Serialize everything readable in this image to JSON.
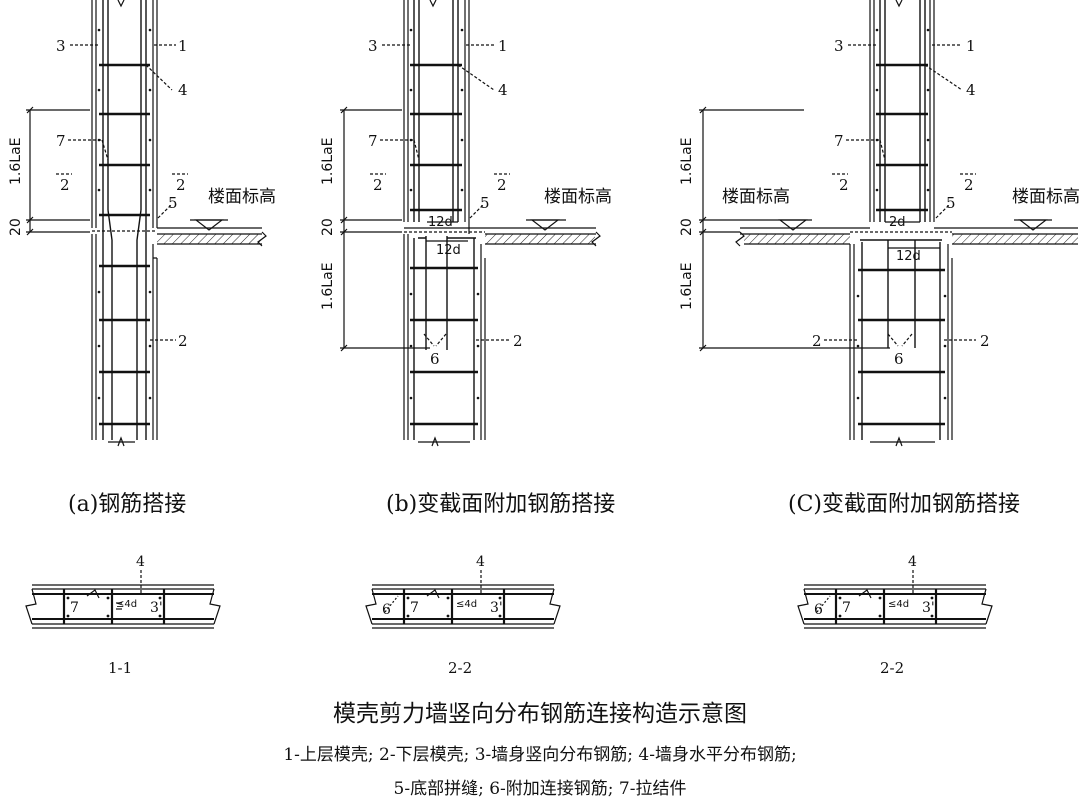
{
  "panels": [
    {
      "caption": "(a)钢筋搭接",
      "floor_label": "楼面标高",
      "section_label": "1-1",
      "cut_label": "2",
      "dim_lae": "1.6LaE",
      "dim_gap": "20",
      "callouts": {
        "n1": "1",
        "n2": "2",
        "n3": "3",
        "n4": "4",
        "n5": "5",
        "n7": "7"
      }
    },
    {
      "caption": "(b)变截面附加钢筋搭接",
      "floor_label": "楼面标高",
      "section_label": "2-2",
      "cut_label": "2",
      "dim_lae": "1.6LaE",
      "dim_gap": "20",
      "dim_12d": "12d",
      "callouts": {
        "n1": "1",
        "n2": "2",
        "n3": "3",
        "n4": "4",
        "n5": "5",
        "n6": "6",
        "n7": "7"
      }
    },
    {
      "caption": "(C)变截面附加钢筋搭接",
      "floor_label": "楼面标高",
      "section_label": "2-2",
      "cut_label": "2",
      "dim_lae": "1.6LaE",
      "dim_gap": "20",
      "dim_12d": "12d",
      "dim_2d": "2d",
      "callouts": {
        "n1": "1",
        "n2": "2",
        "n3": "3",
        "n4": "4",
        "n5": "5",
        "n6": "6",
        "n7": "7"
      }
    }
  ],
  "section_callouts": {
    "n4": "4",
    "n7": "7",
    "n3p": "3'",
    "n6": "6",
    "d4": "≤4d"
  },
  "title": "模壳剪力墙竖向分布钢筋连接构造示意图",
  "legend_line1": "1-上层模壳; 2-下层模壳; 3-墙身竖向分布钢筋; 4-墙身水平分布钢筋;",
  "legend_line2": "5-底部拼缝; 6-附加连接钢筋; 7-拉结件"
}
